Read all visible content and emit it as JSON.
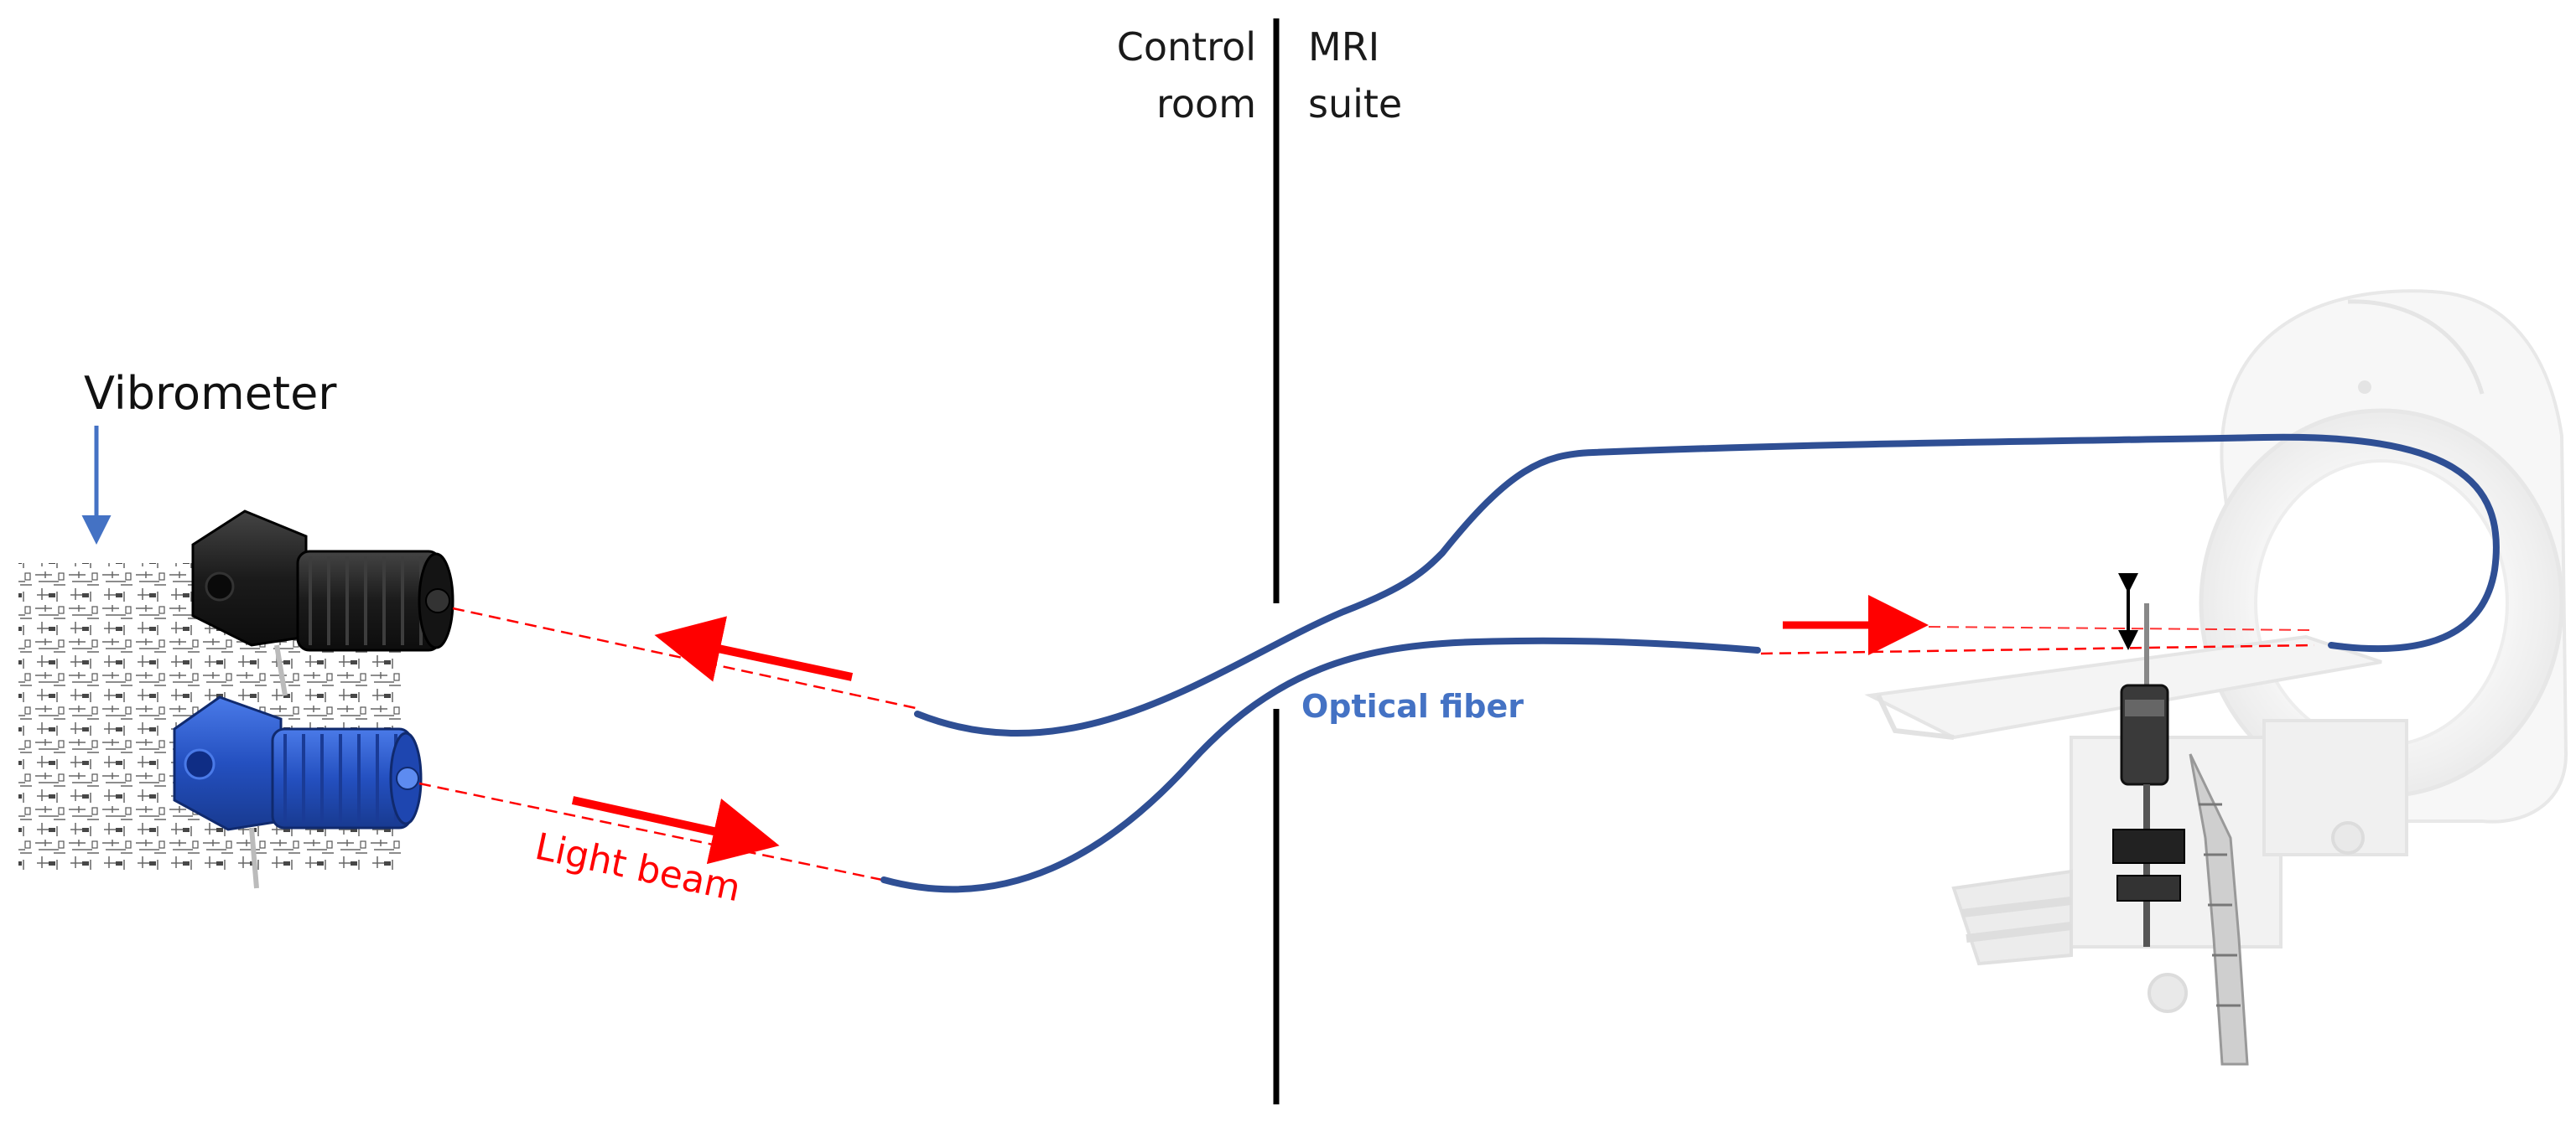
{
  "labels": {
    "control_room": [
      "Control",
      "room"
    ],
    "mri_suite": [
      "MRI",
      "suite"
    ],
    "vibrometer": "Vibrometer",
    "light_beam": "Light beam",
    "optical_fiber": "Optical fiber"
  },
  "colors": {
    "fiber": "#2f4f94",
    "beam": "#ff0000",
    "wall": "#000000",
    "vibrometer_arrow": "#4472c4",
    "label_blue": "#4472c4",
    "camera_black": "#1e1e1e",
    "camera_blue": "#2b56c8",
    "scanner_grey": "#e6e6e6"
  }
}
